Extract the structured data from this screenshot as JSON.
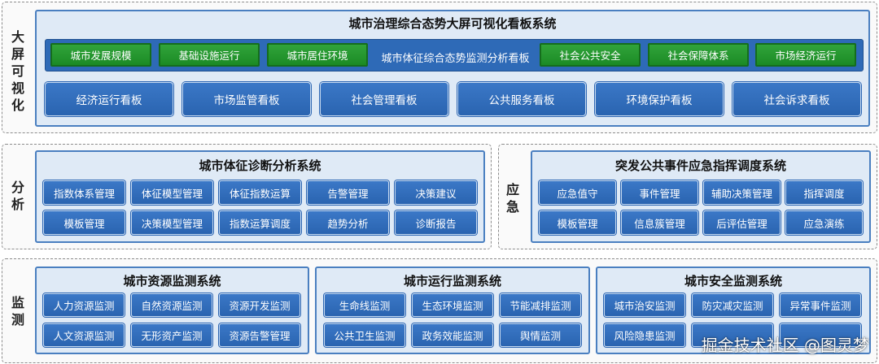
{
  "layer_labels": {
    "visual": [
      "大",
      "屏",
      "可",
      "视",
      "化"
    ],
    "analysis": [
      "分",
      "析"
    ],
    "emergency": [
      "应",
      "急"
    ],
    "monitor": [
      "监",
      "测"
    ]
  },
  "top": {
    "title": "城市治理综合态势大屏可视化看板系统",
    "left_green": [
      "城市发展规模",
      "基础设施运行",
      "城市居住环境"
    ],
    "center_label": "城市体征综合态势监测分析看板",
    "right_green": [
      "社会公共安全",
      "社会保障体系",
      "市场经济运行"
    ],
    "boards": [
      "经济运行看板",
      "市场监管看板",
      "社会管理看板",
      "公共服务看板",
      "环境保护看板",
      "社会诉求看板"
    ]
  },
  "diagnosis": {
    "title": "城市体征诊断分析系统",
    "row1": [
      "指数体系管理",
      "体征模型管理",
      "体征指数运算",
      "告警管理",
      "决策建议"
    ],
    "row2": [
      "模板管理",
      "决策模型管理",
      "指数运算调度",
      "趋势分析",
      "诊断报告"
    ]
  },
  "emergency": {
    "title": "突发公共事件应急指挥调度系统",
    "row1": [
      "应急值守",
      "事件管理",
      "辅助决策管理",
      "指挥调度"
    ],
    "row2": [
      "模板管理",
      "信息簇管理",
      "后评估管理",
      "应急演练"
    ]
  },
  "resource": {
    "title": "城市资源监测系统",
    "row1": [
      "人力资源监测",
      "自然资源监测",
      "资源开发监测"
    ],
    "row2": [
      "人文资源监测",
      "无形资产监测",
      "资源告警管理"
    ]
  },
  "operation": {
    "title": "城市运行监测系统",
    "row1": [
      "生命线监测",
      "生态环境监测",
      "节能减排监测"
    ],
    "row2": [
      "公共卫生监测",
      "政务效能监测",
      "舆情监测"
    ]
  },
  "safety": {
    "title": "城市安全监测系统",
    "row1": [
      "城市治安监测",
      "防灾减灾监测",
      "异常事件监测"
    ],
    "row2": [
      "风险隐患监测",
      "",
      ""
    ]
  },
  "watermark": "掘金技术社区 @图灵梦",
  "colors": {
    "blue": "#2d6db8",
    "green": "#1f9a2a",
    "panel": "#dfeaf6"
  }
}
